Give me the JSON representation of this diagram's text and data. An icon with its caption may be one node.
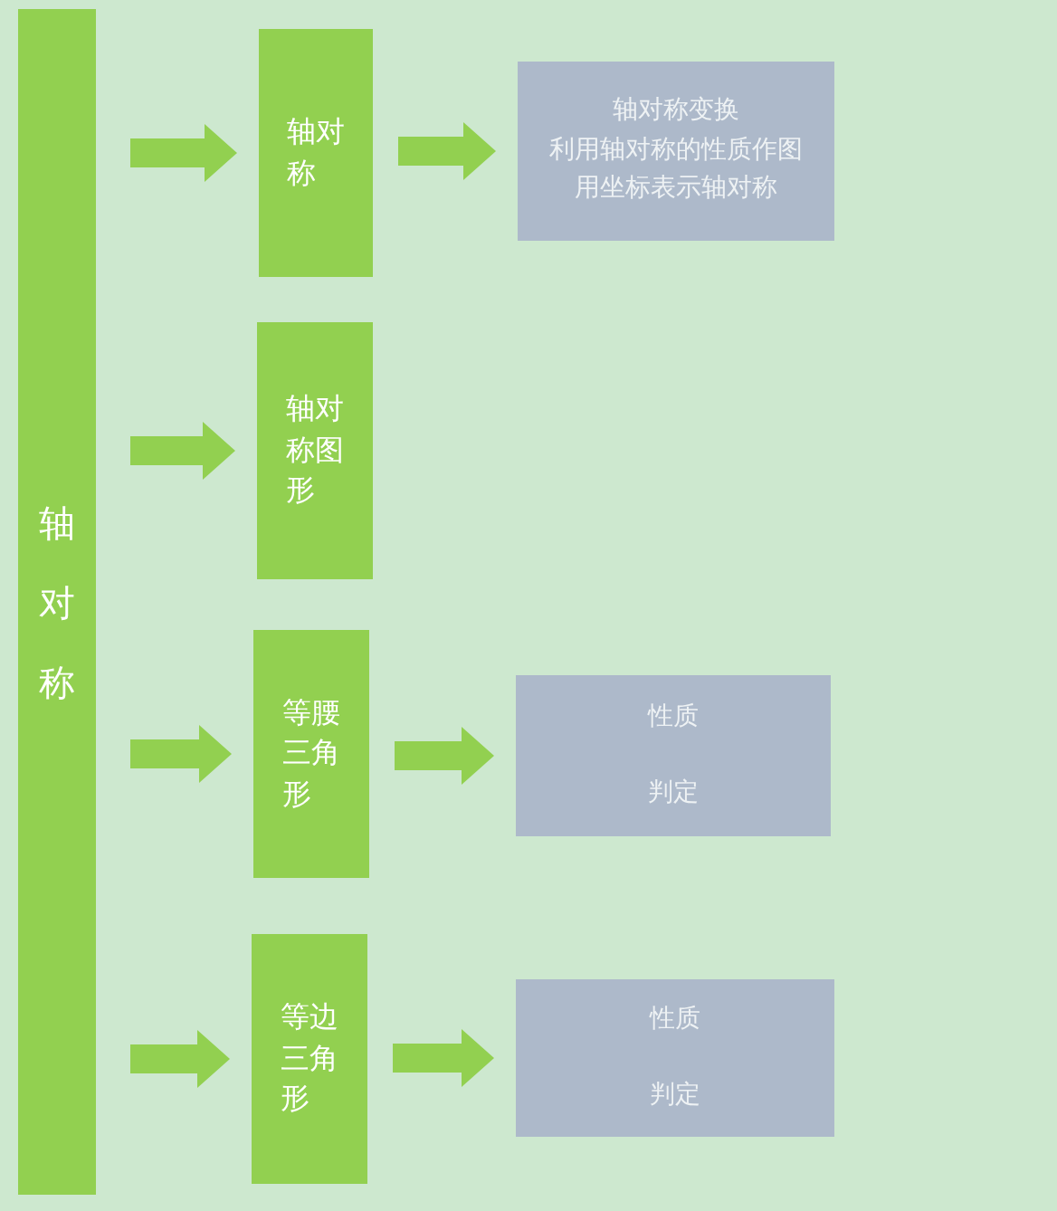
{
  "diagram": {
    "nodes": [
      {
        "text": [
          "轴对称"
        ]
      },
      {
        "text": [
          "轴对称"
        ]
      },
      {
        "text": [
          "轴对称变换",
          "利用轴对称的性质作图",
          "用坐标表示轴对称"
        ]
      },
      {
        "text": [
          "轴对称图形"
        ]
      },
      {
        "text": [
          "等腰三角形"
        ]
      },
      {
        "text": [
          "性质",
          "判定"
        ]
      },
      {
        "text": [
          "等边三角形"
        ]
      },
      {
        "text": [
          "性质",
          "判定"
        ]
      }
    ],
    "edges": [
      {
        "from": 0,
        "to": 1,
        "arrow": "to"
      },
      {
        "from": 0,
        "to": 3,
        "arrow": "to"
      },
      {
        "from": 0,
        "to": 4,
        "arrow": "to"
      },
      {
        "from": 0,
        "to": 6,
        "arrow": "to"
      },
      {
        "from": 1,
        "to": 2,
        "arrow": "to"
      },
      {
        "from": 4,
        "to": 5,
        "arrow": "to"
      },
      {
        "from": 6,
        "to": 7,
        "arrow": "to"
      }
    ]
  }
}
